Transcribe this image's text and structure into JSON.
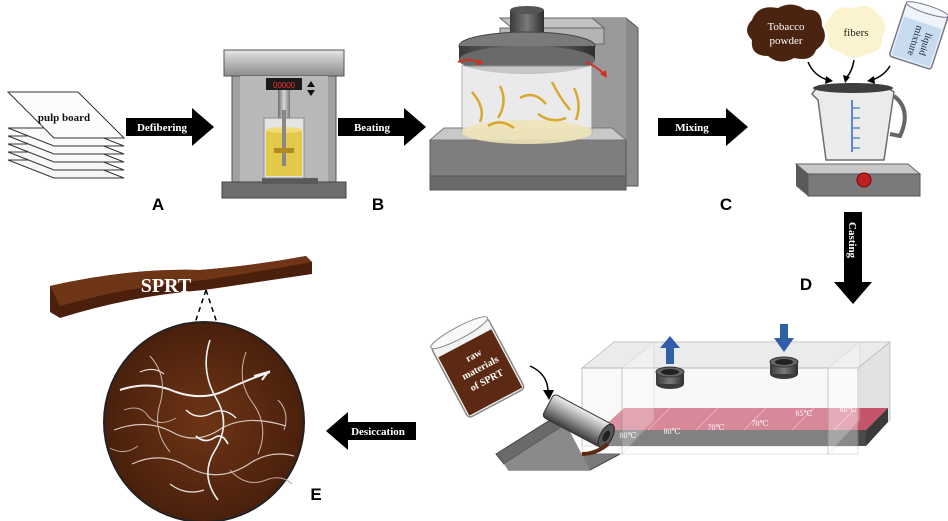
{
  "steps": {
    "defibering": "Defibering",
    "beating": "Beating",
    "mixing": "Mixing",
    "casting": "Casting",
    "desiccation": "Desiccation"
  },
  "panels": {
    "a": "A",
    "b": "B",
    "c": "C",
    "d": "D",
    "e": "E"
  },
  "labels": {
    "pulp_board": "pulp board",
    "tobacco_line1": "Tobacco",
    "tobacco_line2": "powder",
    "fibers": "fibers",
    "mixture_line1": "mixture",
    "mixture_line2": "liquid",
    "display": "00000",
    "sprt": "SPRT",
    "raw_line1": "raw",
    "raw_line2": "materials",
    "raw_line3": "of SPRT"
  },
  "temperatures": [
    "80℃",
    "80℃",
    "70℃",
    "70℃",
    "65℃",
    "60℃"
  ],
  "colors": {
    "arrow": "#000000",
    "sprt_brown": "#5c2a12",
    "dryer_red": "#c03a55",
    "blue_arrow": "#2f5fa8",
    "gold_fiber": "#d8a830"
  },
  "icons": {
    "up_arrow": "blue-up-arrow-icon",
    "down_arrow": "blue-down-arrow-icon"
  }
}
